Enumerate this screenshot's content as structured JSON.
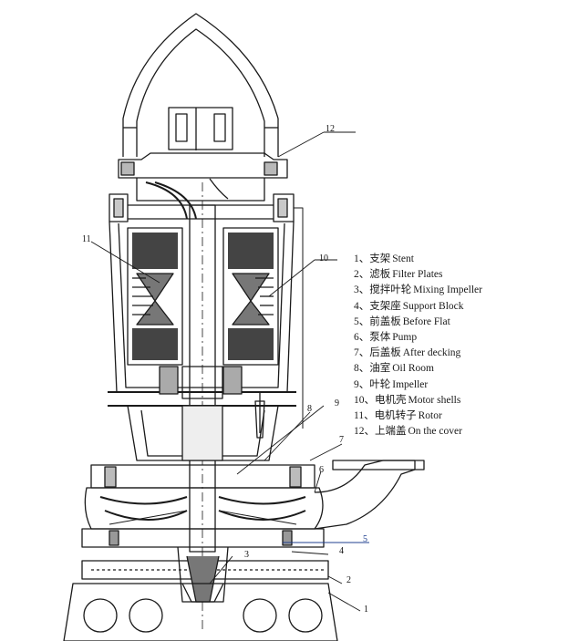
{
  "legend": [
    {
      "num": "1",
      "cn": "支架",
      "en": "Stent"
    },
    {
      "num": "2",
      "cn": "滤板",
      "en": "Filter Plates"
    },
    {
      "num": "3",
      "cn": "搅拌叶轮",
      "en": "Mixing Impeller"
    },
    {
      "num": "4",
      "cn": "支架座",
      "en": "Support Block"
    },
    {
      "num": "5",
      "cn": "前盖板",
      "en": "Before Flat"
    },
    {
      "num": "6",
      "cn": "泵体",
      "en": "Pump"
    },
    {
      "num": "7",
      "cn": "后盖板",
      "en": "After decking"
    },
    {
      "num": "8",
      "cn": "油室",
      "en": "Oil Room"
    },
    {
      "num": "9",
      "cn": "叶轮",
      "en": "Impeller"
    },
    {
      "num": "10",
      "cn": "电机壳",
      "en": "Motor shells"
    },
    {
      "num": "11",
      "cn": "电机转子",
      "en": "Rotor"
    },
    {
      "num": "12",
      "cn": "上端盖",
      "en": "On the cover"
    }
  ],
  "callouts": [
    "12",
    "11",
    "10",
    "9",
    "8",
    "7",
    "6",
    "5",
    "4",
    "3",
    "2",
    "1"
  ],
  "colors": {
    "line": "#1a1a1a",
    "leader5": "#1f3f8f",
    "background": "#ffffff"
  }
}
